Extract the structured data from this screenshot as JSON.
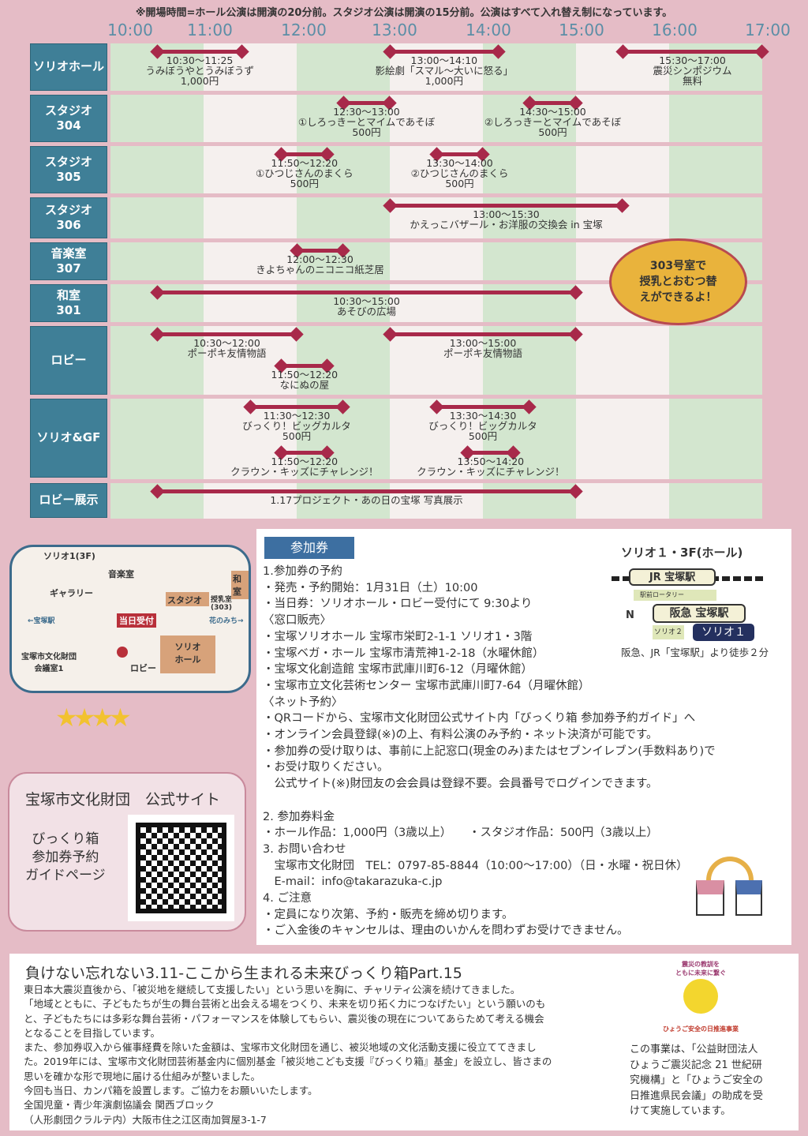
{
  "notice": "※開場時間=ホール公演は開演の20分前。スタジオ公演は開演の15分前。公演はすべて入れ替え制になっています。",
  "ticks": [
    "10:00",
    "11:00",
    "12:00",
    "13:00",
    "14:00",
    "15:00",
    "16:00",
    "17:00"
  ],
  "rows": [
    {
      "label": "ソリオホール",
      "events": [
        {
          "start": "10:30",
          "end": "11:25",
          "lane": 0,
          "lines": [
            "10:30～11:25",
            "うみぼうやとうみぼうず",
            "1,000円"
          ]
        },
        {
          "start": "13:00",
          "end": "14:10",
          "lane": 0,
          "lines": [
            "13:00～14:10",
            "影絵劇「スマル～大いに怒る」",
            "1,000円"
          ]
        },
        {
          "start": "15:30",
          "end": "17:00",
          "lane": 0,
          "lines": [
            "15:30～17:00",
            "震災シンポジウム",
            "無料"
          ]
        }
      ]
    },
    {
      "label": "スタジオ\n304",
      "events": [
        {
          "start": "12:30",
          "end": "13:00",
          "lane": 0,
          "lines": [
            "12:30～13:00",
            "①しろっきーとマイムであそぼ",
            "500円"
          ]
        },
        {
          "start": "14:30",
          "end": "15:00",
          "lane": 0,
          "lines": [
            "14:30～15:00",
            "②しろっきーとマイムであそぼ",
            "500円"
          ]
        }
      ]
    },
    {
      "label": "スタジオ\n305",
      "events": [
        {
          "start": "11:50",
          "end": "12:20",
          "lane": 0,
          "lines": [
            "11:50～12:20",
            "①ひつじさんのまくら",
            "500円"
          ]
        },
        {
          "start": "13:30",
          "end": "14:00",
          "lane": 0,
          "lines": [
            "13:30～14:00",
            "②ひつじさんのまくら",
            "500円"
          ]
        }
      ]
    },
    {
      "label": "スタジオ\n306",
      "events": [
        {
          "start": "13:00",
          "end": "15:30",
          "lane": 0,
          "lines": [
            "13:00～15:30",
            "かえっこバザール・お洋服の交換会 in 宝塚"
          ]
        }
      ]
    },
    {
      "label": "音楽室\n307",
      "events": [
        {
          "start": "12:00",
          "end": "12:30",
          "lane": 0,
          "lines": [
            "12:00～12:30",
            "きよちゃんのニコニコ紙芝居"
          ]
        }
      ]
    },
    {
      "label": "和室\n301",
      "events": [
        {
          "start": "10:30",
          "end": "15:00",
          "lane": 0,
          "lines": [
            "10:30～15:00",
            "あそびの広場"
          ]
        }
      ]
    },
    {
      "label": "ロビー",
      "events": [
        {
          "start": "10:30",
          "end": "12:00",
          "lane": 0,
          "lines": [
            "10:30～12:00",
            "ポーポキ友情物語"
          ]
        },
        {
          "start": "11:50",
          "end": "12:20",
          "lane": 1,
          "lines": [
            "11:50～12:20",
            "なにぬの屋"
          ]
        },
        {
          "start": "13:00",
          "end": "15:00",
          "lane": 0,
          "lines": [
            "13:00～15:00",
            "ポーポキ友情物語"
          ]
        }
      ]
    },
    {
      "label": "ソリオ&GF",
      "events": [
        {
          "start": "11:30",
          "end": "12:30",
          "lane": 0,
          "lines": [
            "11:30～12:30",
            "びっくり！ビッグカルタ",
            "500円"
          ]
        },
        {
          "start": "11:50",
          "end": "12:20",
          "lane": 1,
          "lines": [
            "11:50～12:20",
            "クラウン・キッズにチャレンジ！"
          ]
        },
        {
          "start": "13:30",
          "end": "14:30",
          "lane": 0,
          "lines": [
            "13:30～14:30",
            "びっくり！ビッグカルタ",
            "500円"
          ]
        },
        {
          "start": "13:50",
          "end": "14:20",
          "lane": 1,
          "lines": [
            "13:50～14:20",
            "クラウン・キッズにチャレンジ！"
          ]
        }
      ]
    },
    {
      "label": "ロビー展示",
      "events": [
        {
          "start": "10:30",
          "end": "15:00",
          "lane": 0,
          "lines": [
            "1.17プロジェクト・あの日の宝塚 写真展示"
          ]
        }
      ]
    }
  ],
  "bubble": "303号室で\n授乳とおむつ替\nえができるよ！",
  "map": {
    "title": "ソリオ1(3F)",
    "music": "音楽室",
    "gallery": "ギャラリー",
    "studio": "スタジオ",
    "nursing": "授乳室(303)",
    "washitsu": "和室",
    "station": "←宝塚駅",
    "hanamichi": "花のみち→",
    "reception": "当日受付",
    "hall": "ソリオ\nホール",
    "lobby": "ロビー",
    "meeting": "宝塚市文化財団\n会議室1"
  },
  "site": {
    "title": "宝塚市文化財団　公式サイト",
    "guide": "びっくり箱\n参加券予約\nガイドページ"
  },
  "info": {
    "badge": "参加券",
    "lines": [
      "1.参加券の予約",
      "・発売・予約開始：1月31日（土）10:00",
      "・当日券：ソリオホール・ロビー受付にて 9:30より",
      "〈窓口販売〉",
      "・宝塚ソリオホール  宝塚市栄町2-1-1 ソリオ1・3階",
      "・宝塚ベガ・ホール  宝塚市清荒神1-2-18（水曜休館）",
      "・宝塚文化創造館  宝塚市武庫川町6-12（月曜休館）",
      "・宝塚市立文化芸術センター 宝塚市武庫川町7-64（月曜休館）",
      "〈ネット予約〉",
      "・QRコードから、宝塚市文化財団公式サイト内「びっくり箱 参加券予約ガイド」へ",
      "・オンライン会員登録(※)の上、有料公演のみ予約・ネット決済が可能です。",
      "・参加券の受け取りは、事前に上記窓口(現金のみ)またはセブンイレブン(手数料あり)で",
      "・お受け取りください。",
      "　公式サイト(※)財団友の会会員は登録不要。会員番号でログインできます。",
      "",
      "2. 参加券料金",
      "・ホール作品：1,000円（3歳以上）　　・スタジオ作品：500円（3歳以上）",
      "3. お問い合わせ",
      "　宝塚市文化財団　TEL：0797-85-8844（10:00～17:00）（日・水曜・祝日休）",
      "　E-mail：info@takarazuka-c.jp",
      "4. ご注意",
      "・定員になり次第、予約・販売を締め切ります。",
      "・ご入金後のキャンセルは、理由のいかんを問わずお受けできません。"
    ],
    "access": {
      "title": "ソリオ１・3F(ホール)",
      "jr": "JR 宝塚駅",
      "rotary": "駅前ロータリー",
      "hankyu": "阪急 宝塚駅",
      "solio2": "ソリオ２",
      "solio1": "ソリオ１",
      "north": "N",
      "walk": "阪急、JR「宝塚駅」より徒歩２分"
    }
  },
  "bottom": {
    "title": "負けない忘れない3.11-ここから生まれる未来びっくり箱Part.15",
    "lines": [
      "東日本大震災直後から、「被災地を継続して支援したい」という思いを胸に、チャリティ公演を続けてきました。",
      "「地域とともに、子どもたちが生の舞台芸術と出会える場をつくり、未来を切り拓く力につなげたい」という願いのも",
      "と、子どもたちには多彩な舞台芸術・パフォーマンスを体験してもらい、震災後の現在についてあらためて考える機会",
      "となることを目指しています。",
      "また、参加券収入から催事経費を除いた金額は、宝塚市文化財団を通じ、被災地域の文化活動支援に役立ててきまし",
      "た。2019年には、宝塚市文化財団芸術基金内に個別基金「被災地こども支援『びっくり箱』基金」を設立し、皆さまの",
      "思いを確かな形で現地に届ける仕組みが整いました。",
      "今回も当日、カンパ箱を設置します。ご協力をお願いいたします。",
      "全国児童・青少年演劇協議会 関西ブロック",
      "（人形劇団クラルテ内）大阪市住之江区南加賀屋3-1-7"
    ],
    "logo_top": "震災の教訓を\nともに未来に繋ぐ",
    "logo_bottom": "ひょうご安全の日推進事業",
    "support": "この事業は、「公益財団法人\nひょうご震災記念 21 世紀研\n究機構」と「ひょうご安全の\n日推進県民会議」の助成を受\nけて実施しています。"
  },
  "colors": {
    "bg": "#e5bcc6",
    "label": "#3f7f97",
    "bar": "#a8294a",
    "green": "#d3e6cf",
    "light": "#f5f0ee"
  }
}
